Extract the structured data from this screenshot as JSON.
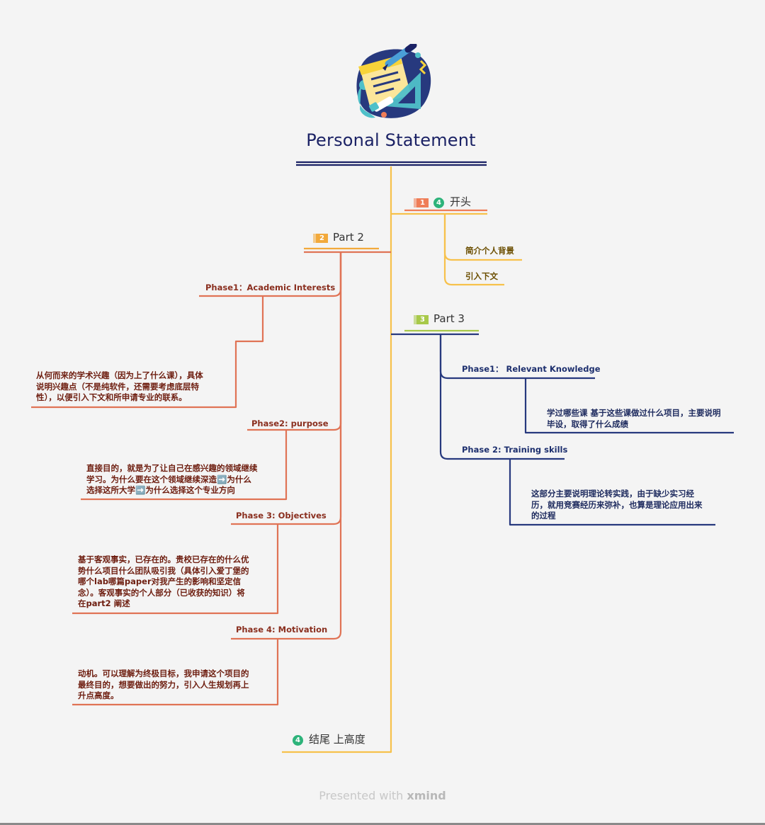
{
  "title": "Personal Statement",
  "branches": {
    "b1": {
      "badge": "1",
      "marker": "4",
      "label": "开头",
      "children": [
        "简介个人背景",
        "引入下文"
      ]
    },
    "b2": {
      "badge": "2",
      "label": "Part 2",
      "phases": [
        {
          "label": "Phase1：Academic Interests",
          "note": [
            "从何而来的学术兴趣（因为上了什么课），具体",
            "说明兴趣点（不是纯软件，还需要考虑底层特",
            "性），以便引入下文和所申请专业的联系。"
          ]
        },
        {
          "label": "Phase2: purpose",
          "note": [
            "直接目的，就是为了让自己在感兴趣的领域继续",
            "学习。为什么要在这个领域继续深造➡️为什么",
            "选择这所大学➡️为什么选择这个专业方向"
          ]
        },
        {
          "label": "Phase 3: Objectives",
          "note": [
            "基于客观事实，已存在的。贵校已存在的什么优",
            "势什么项目什么团队吸引我（具体引入爱丁堡的",
            "哪个lab哪篇paper对我产生的影响和坚定信",
            "念）。客观事实的个人部分（已收获的知识）将",
            "在part2 阐述"
          ]
        },
        {
          "label": "Phase 4: Motivation",
          "note": [
            "动机。可以理解为终极目标，我申请这个项目的",
            "最终目的，想要做出的努力，引入人生规划再上",
            "升点高度。"
          ]
        }
      ]
    },
    "b3": {
      "badge": "3",
      "label": "Part 3",
      "phases": [
        {
          "label": "Phase1： Relevant Knowledge",
          "note": [
            "学过哪些课 基于这些课做过什么项目，主要说明",
            "毕设，取得了什么成绩"
          ]
        },
        {
          "label": "Phase 2: Training skills",
          "note": [
            "这部分主要说明理论转实践，由于缺少实习经",
            "历，就用竞赛经历来弥补，也算是理论应用出来",
            "的过程"
          ]
        }
      ]
    },
    "b4": {
      "marker": "4",
      "label": "结尾 上高度"
    }
  },
  "footer": {
    "prefix": "Presented with",
    "brand": "xmind"
  },
  "colors": {
    "trunk": "#f7c14b",
    "root_underline": "#1b2265",
    "part2": "#e07355",
    "part3": "#27397e",
    "marker": "#2db37a"
  },
  "icons": {
    "root": "notepad-pen-icon"
  }
}
